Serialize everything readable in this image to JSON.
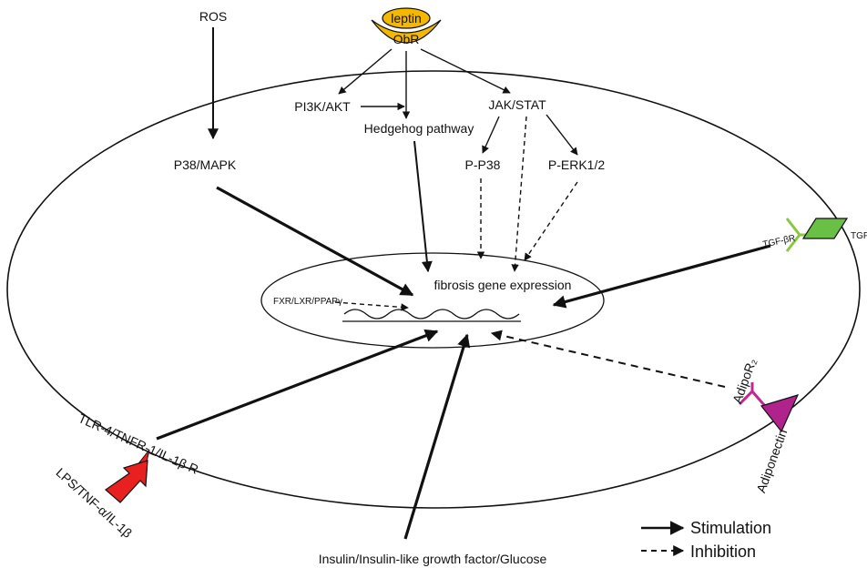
{
  "labels": {
    "ros": "ROS",
    "leptin": "leptin",
    "obr": "ObR",
    "pi3k_akt": "PI3K/AKT",
    "hedgehog": "Hedgehog pathway",
    "jak_stat": "JAK/STAT",
    "p38_mapk": "P38/MAPK",
    "p_p38": "P-P38",
    "p_erk": "P-ERK1/2",
    "tgf_beta_r": "TGF-βR",
    "tgf_beta": "TGF-β",
    "fibrosis": "fibrosis gene expression",
    "fxr": "FXR/LXR/PPAPγ",
    "adiporeceptor": "AdipoR₂",
    "adiponectin": "Adiponectin",
    "tlr": "TLR-4/TNFR-1/IL-1β R",
    "lps": "LPS/TNF-α/IL-1β",
    "insulin": "Insulin/Insulin-like growth factor/Glucose"
  },
  "legend": {
    "stimulation": "Stimulation",
    "inhibition": "Inhibition"
  },
  "colors": {
    "leptin_fill": "#f5b800",
    "tgf_ligand": "#6abf45",
    "tgf_receptor": "#8cc63f",
    "adiponectin": "#b0238c",
    "adipo_receptor": "#c0288f",
    "lps_arrow": "#e82020"
  }
}
